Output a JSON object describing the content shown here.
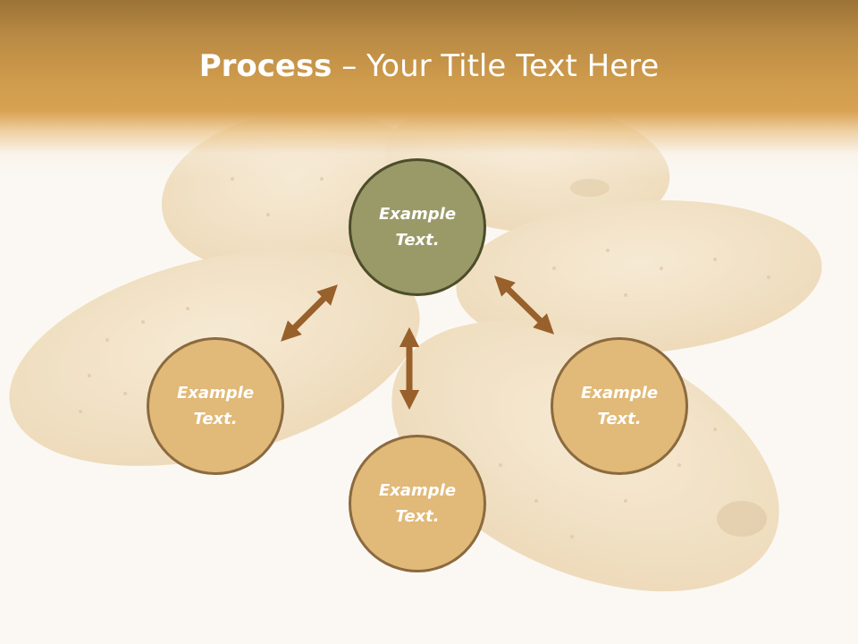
{
  "slide": {
    "title_bold": "Process",
    "title_rest": " – Your Title Text Here"
  },
  "circles": [
    {
      "line1": "Example",
      "line2": "Text."
    },
    {
      "line1": "Example",
      "line2": "Text."
    },
    {
      "line1": "Example",
      "line2": "Text."
    },
    {
      "line1": "Example",
      "line2": "Text."
    }
  ],
  "colors": {
    "header": "#d39d4f",
    "center_circle": "#9a9a68",
    "outer_circle": "#e1b978",
    "arrow": "#98602b"
  }
}
